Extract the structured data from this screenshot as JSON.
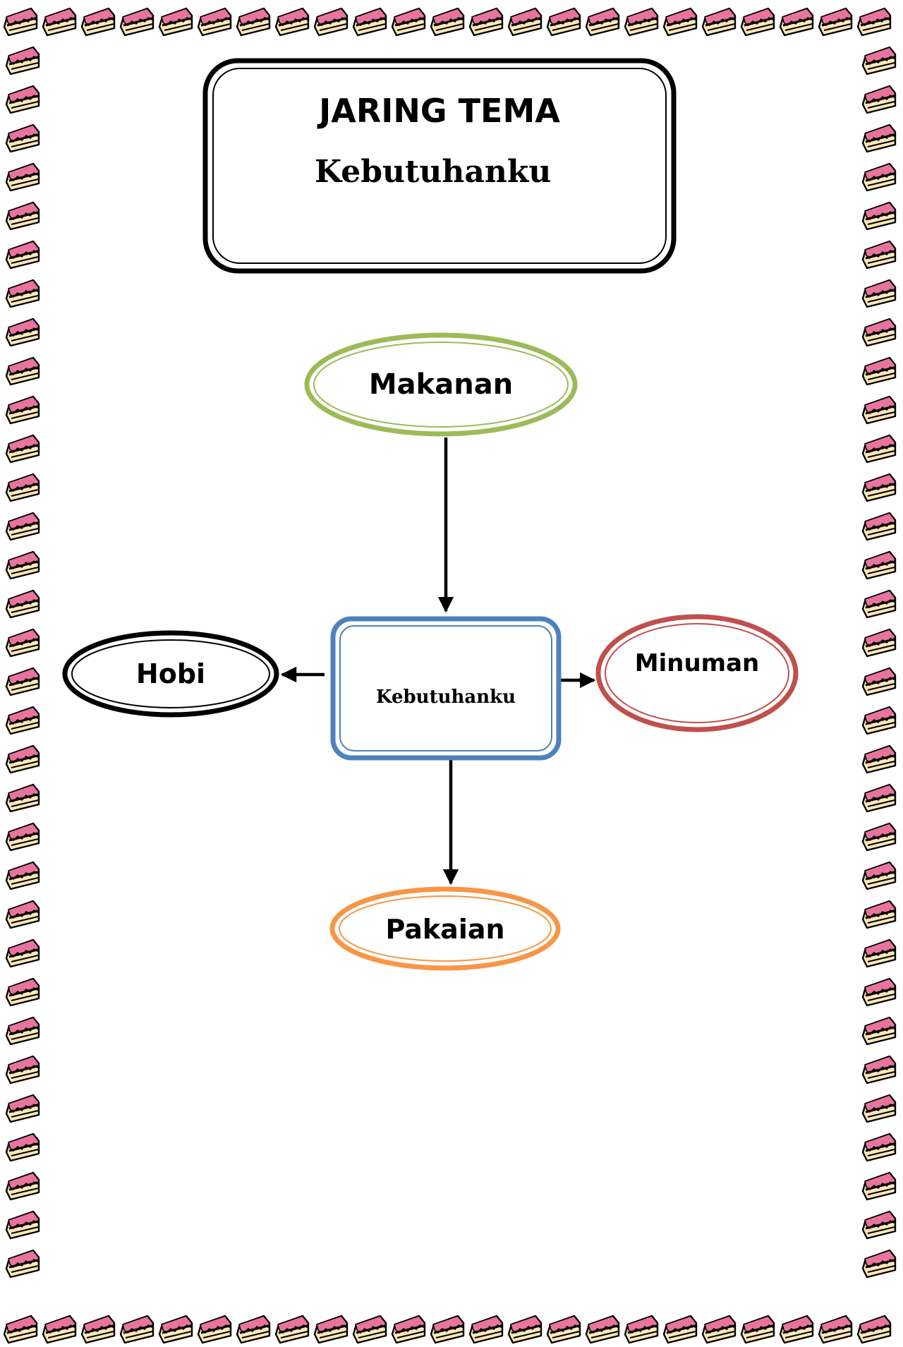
{
  "title_box": {
    "heading": "JARING TEMA",
    "subtitle": "Kebutuhanku"
  },
  "diagram": {
    "center": {
      "label": "Kebutuhanku",
      "color": "#4F81BD"
    },
    "nodes": {
      "top": {
        "label": "Makanan",
        "color": "#9BBB59"
      },
      "left": {
        "label": "Hobi",
        "color": "#000000"
      },
      "right": {
        "label": "Minuman",
        "color": "#C0504D"
      },
      "bottom": {
        "label": "Pakaian",
        "color": "#F79646"
      }
    }
  },
  "border": {
    "motif_icon": "cake-slice-icon",
    "colors": {
      "frosting": "#E8749E",
      "sponge": "#FBE7B8",
      "outline": "#000000"
    }
  }
}
